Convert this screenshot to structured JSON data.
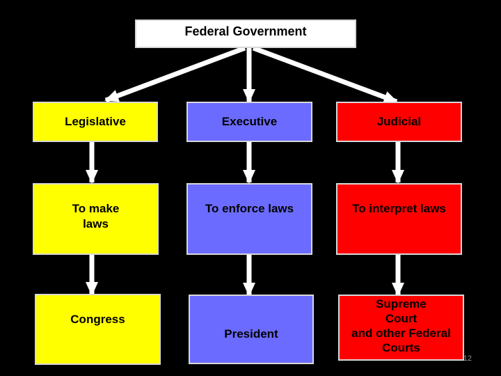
{
  "root": {
    "label": "Federal Government"
  },
  "branches": {
    "legislative": {
      "name": "Legislative",
      "role_lines": [
        "To make",
        "laws"
      ],
      "body_lines": [
        "Congress"
      ]
    },
    "executive": {
      "name": "Executive",
      "role_lines": [
        "To enforce laws"
      ],
      "body_lines": [
        "President"
      ]
    },
    "judicial": {
      "name": "Judicial",
      "role_lines": [
        "To interpret laws"
      ],
      "body_lines": [
        "Supreme",
        "Court",
        "and other Federal",
        "Courts"
      ]
    }
  },
  "colors": {
    "background": "#000000",
    "root": "#ffffff",
    "legislative": "#ffff00",
    "executive": "#6b6bff",
    "judicial": "#ff0000",
    "arrow": "#ffffff"
  },
  "slide_number": "12"
}
